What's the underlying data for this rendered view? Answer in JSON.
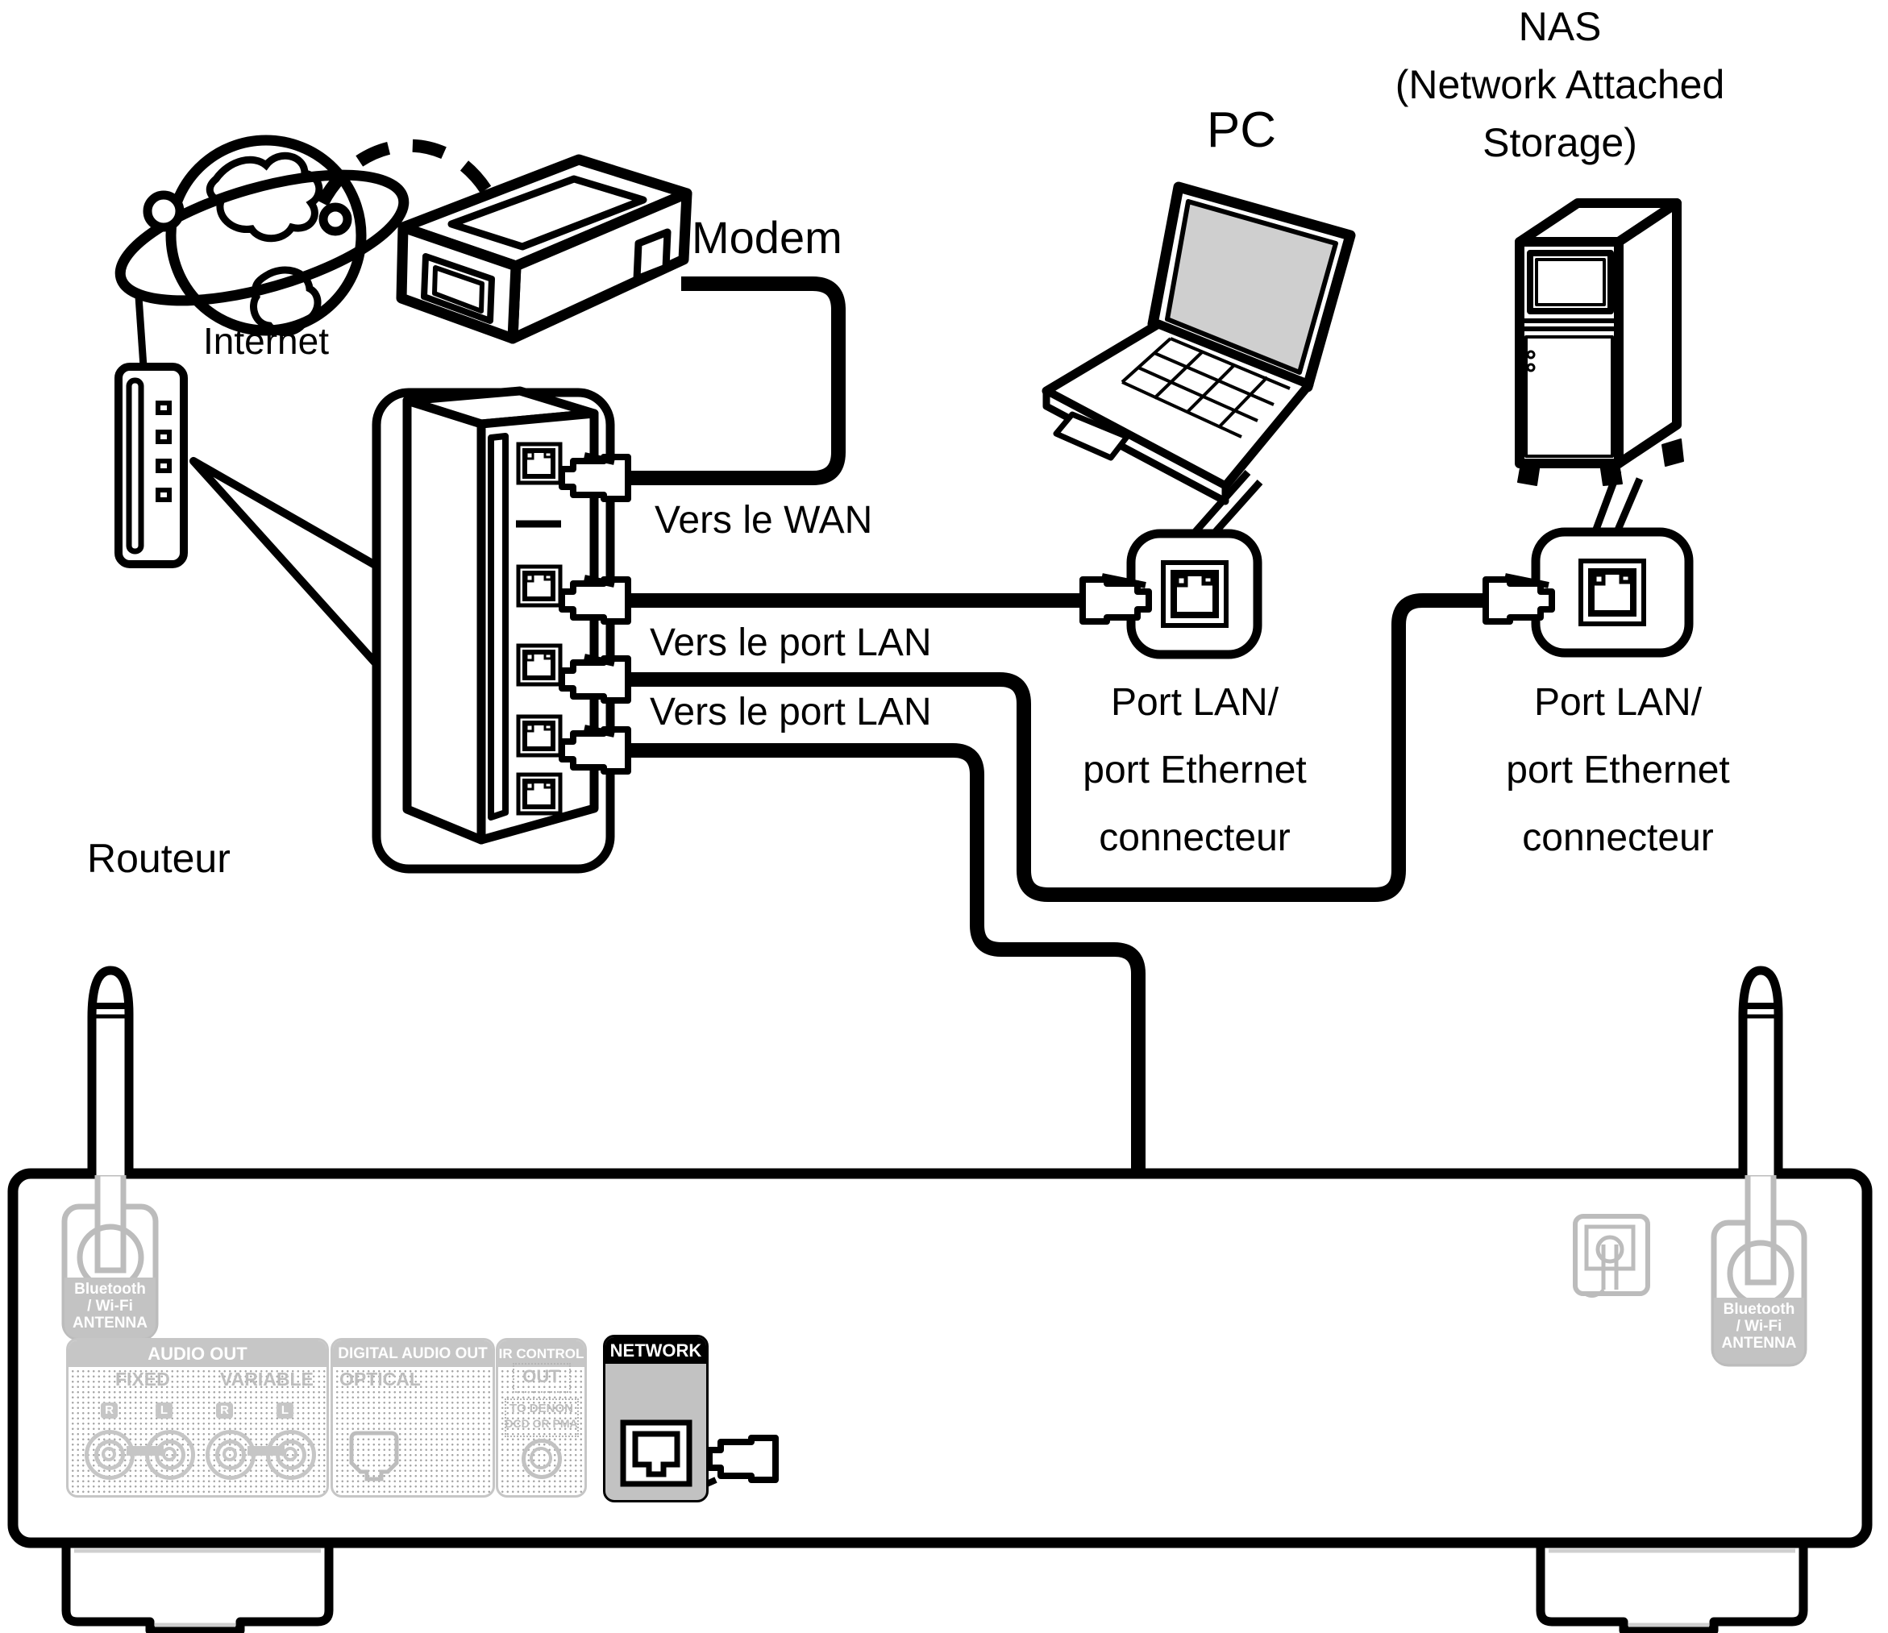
{
  "devices": {
    "internet": {
      "label": "Internet"
    },
    "modem": {
      "label": "Modem"
    },
    "router": {
      "label": "Routeur"
    },
    "pc": {
      "label": "PC"
    },
    "nas": {
      "label": [
        "NAS",
        "(Network Attached",
        "Storage)"
      ]
    }
  },
  "connections": {
    "wan_label": "Vers le WAN",
    "lan_label_1": "Vers le port LAN",
    "lan_label_2": "Vers le port LAN",
    "pc_port_label": [
      "Port LAN/",
      "port Ethernet",
      "connecteur"
    ],
    "nas_port_label": [
      "Port LAN/",
      "port Ethernet",
      "connecteur"
    ]
  },
  "rear_panel": {
    "antenna_left": {
      "label": [
        "Bluetooth",
        "/ Wi-Fi",
        "ANTENNA"
      ]
    },
    "antenna_right": {
      "label": [
        "Bluetooth",
        "/ Wi-Fi",
        "ANTENNA"
      ]
    },
    "audio_out": {
      "title": "AUDIO OUT",
      "fixed": "FIXED",
      "variable": "VARIABLE",
      "channels": [
        "R",
        "L",
        "R",
        "L"
      ]
    },
    "digital_audio_out": {
      "title": "DIGITAL AUDIO OUT",
      "optical": "OPTICAL"
    },
    "ir_control": {
      "title": "IR CONTROL",
      "out": "OUT",
      "line1": "TO DENON",
      "line2": "DCD OR PMA"
    },
    "network": {
      "title": "NETWORK"
    }
  },
  "icons": {
    "globe-icon": "globe with orbit ring",
    "modem-icon": "3d modem box",
    "router-icon": "router with antenna and leds",
    "switch-icon": "3d switch box with 5 rj45 ports",
    "laptop-icon": "open laptop",
    "nas-icon": "nas tower",
    "rj45-jack-icon": "ethernet jack face",
    "rj45-plug-icon": "ethernet plug",
    "antenna-icon": "bluetooth wifi antenna rod",
    "wall-mount-icon": "keyhole mount",
    "rca-jack-icon": "rca connector",
    "toslink-icon": "optical connector",
    "ethernet-cable": "thick black cable"
  },
  "colors": {
    "line": "#000000",
    "muted": "#c6c6c6",
    "panel_bg": "#ffffff",
    "network_header": "#000000"
  }
}
